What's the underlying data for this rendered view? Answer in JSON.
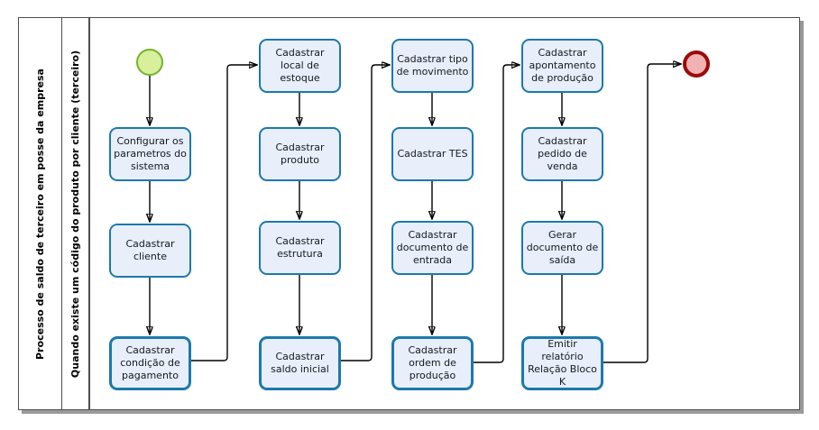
{
  "pool": {
    "name": "Processo de saldo de terceiro em posse da empresa",
    "lane_name": "Quando existe um código do produto por cliente (terceiro)"
  },
  "colors": {
    "task_fill": "#e8eefa",
    "task_border": "#1c79ab",
    "start_event_fill": "#d8ef9c",
    "start_event_border": "#74b22c",
    "end_event_fill": "#f0b2b2",
    "end_event_border": "#9c0a0a",
    "connector": "#000000"
  },
  "events": {
    "start": "start-event",
    "end": "end-event"
  },
  "tasks": [
    {
      "label": "Configurar os parametros do sistema"
    },
    {
      "label": "Cadastrar cliente"
    },
    {
      "label": "Cadastrar condição de pagamento"
    },
    {
      "label": "Cadastrar local de estoque"
    },
    {
      "label": "Cadastrar produto"
    },
    {
      "label": "Cadastrar estrutura"
    },
    {
      "label": "Cadastrar saldo inicial"
    },
    {
      "label": "Cadastrar tipo de movimento"
    },
    {
      "label": "Cadastrar TES"
    },
    {
      "label": "Cadastrar documento de entrada"
    },
    {
      "label": "Cadastrar ordem de produção"
    },
    {
      "label": "Cadastrar apontamento de produção"
    },
    {
      "label": "Cadastrar pedido de venda"
    },
    {
      "label": "Gerar documento de saída"
    },
    {
      "label": "Emitir relatório Relação Bloco K"
    }
  ]
}
